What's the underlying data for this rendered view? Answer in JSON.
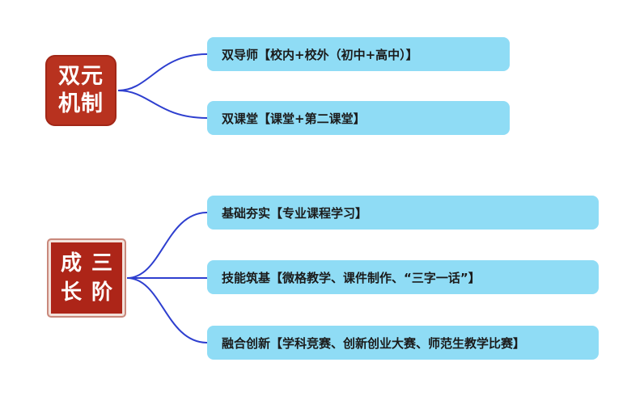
{
  "groups": [
    {
      "seal_chars": [
        "双元",
        "机制"
      ],
      "seal_color": "#b8321f",
      "items": [
        "双导师【校内+校外（初中+高中）】",
        "双课堂【课堂+第二课堂】"
      ]
    },
    {
      "seal_chars": [
        "三",
        "阶",
        "成",
        "长"
      ],
      "seal_color": "#ad2518",
      "items": [
        "基础夯实【专业课程学习】",
        "技能筑基【微格教学、课件制作、“三字一话”】",
        "融合创新【学科竞赛、创新创业大赛、师范生教学比赛】"
      ]
    }
  ],
  "colors": {
    "node_fill": "#8fdcf5",
    "connector": "#2e3fcf"
  }
}
